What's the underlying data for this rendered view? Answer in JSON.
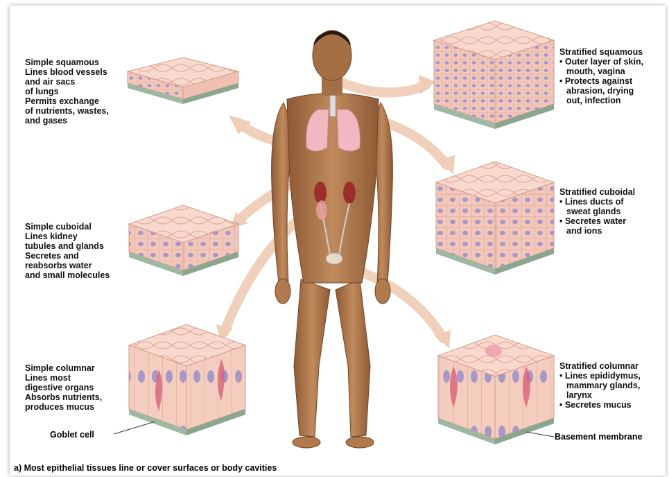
{
  "labels": {
    "simple_squamous": {
      "title": "Simple squamous",
      "lines": [
        "Lines blood vessels",
        "and air sacs",
        "of lungs",
        "Permits exchange",
        "of nutrients, wastes,",
        "and gases"
      ]
    },
    "simple_cuboidal": {
      "title": "Simple cuboidal",
      "lines": [
        "Lines kidney",
        "tubules and glands",
        "Secretes and",
        "reabsorbs water",
        "and small molecules"
      ]
    },
    "simple_columnar": {
      "title": "Simple columnar",
      "lines": [
        "Lines most",
        "digestive organs",
        "Absorbs nutrients,",
        "produces mucus"
      ]
    },
    "stratified_squamous": {
      "title": "Stratified squamous",
      "lines": [
        "• Outer layer of skin,",
        "mouth, vagina",
        "• Protects against",
        "abrasion, drying",
        "out, infection"
      ]
    },
    "stratified_cuboidal": {
      "title": "Stratified cuboidal",
      "lines": [
        "• Lines ducts of",
        "sweat glands",
        "• Secretes water",
        "and ions"
      ]
    },
    "stratified_columnar": {
      "title": "Stratified columnar",
      "lines": [
        "• Lines epididymus,",
        "mammary glands,",
        "larynx",
        "• Secretes mucus"
      ]
    }
  },
  "callouts": {
    "goblet_cell": "Goblet cell",
    "basement_membrane": "Basement membrane"
  },
  "caption": "a) Most epithelial tissues line or cover surfaces or body cavities",
  "colors": {
    "skin": "#b57b50",
    "skin_dark": "#7e4f2e",
    "cell_pink": "#f3c6b8",
    "cell_edge": "#d9998a",
    "nucleus": "#9c8fc2",
    "membrane": "#9fb8a3",
    "arrow": "#efcab2"
  }
}
